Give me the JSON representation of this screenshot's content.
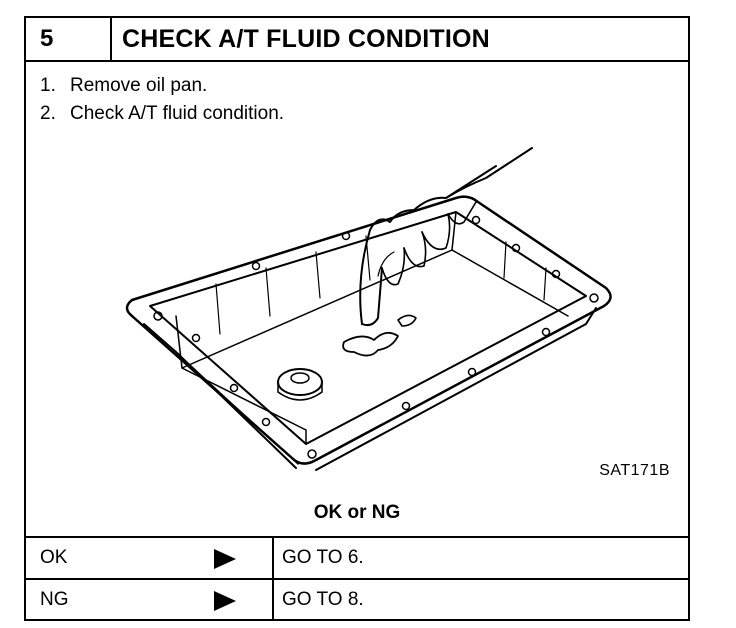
{
  "header": {
    "step_number": "5",
    "title": "CHECK A/T FLUID CONDITION"
  },
  "steps": [
    {
      "num": "1.",
      "text": "Remove oil pan."
    },
    {
      "num": "2.",
      "text": "Check A/T fluid condition."
    }
  ],
  "figure": {
    "code": "SAT171B",
    "subject": "hand touching fluid in oil pan"
  },
  "question": "OK or NG",
  "results": [
    {
      "result": "OK",
      "action": "GO TO 6."
    },
    {
      "result": "NG",
      "action": "GO TO 8."
    }
  ],
  "icons": {
    "arrow": "arrow-right-icon"
  }
}
